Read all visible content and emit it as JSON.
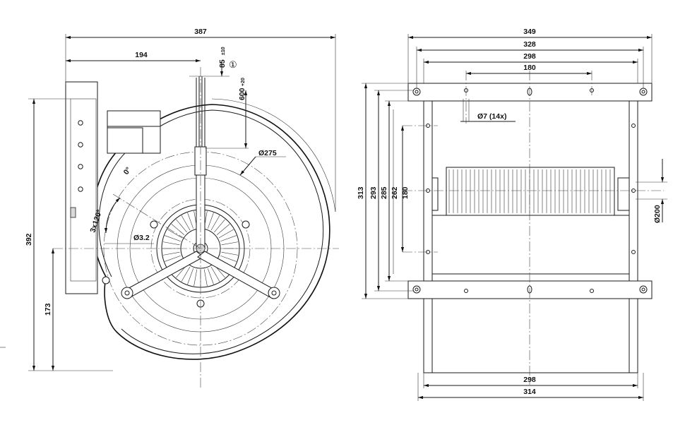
{
  "front_view": {
    "overall_width": "387",
    "half_width": "194",
    "cable_length": "85",
    "cable_length_tol": "±10",
    "cable_total": "600",
    "cable_total_tol": "+20",
    "note_marker": "①",
    "diameter_275": "Ø275",
    "angle_zero": "0°",
    "angle_120": "3x120°",
    "hole_dia": "Ø3.2",
    "overall_height": "392",
    "axis_height": "173"
  },
  "side_view": {
    "width_349": "349",
    "width_328": "328",
    "width_298_top": "298",
    "width_180_top": "180",
    "holes": "Ø7 (14x)",
    "height_313": "313",
    "height_293": "293",
    "height_285": "285",
    "height_262": "262",
    "height_180": "180",
    "outlet_dia": "Ø200",
    "bottom_298": "298",
    "bottom_314": "314"
  }
}
